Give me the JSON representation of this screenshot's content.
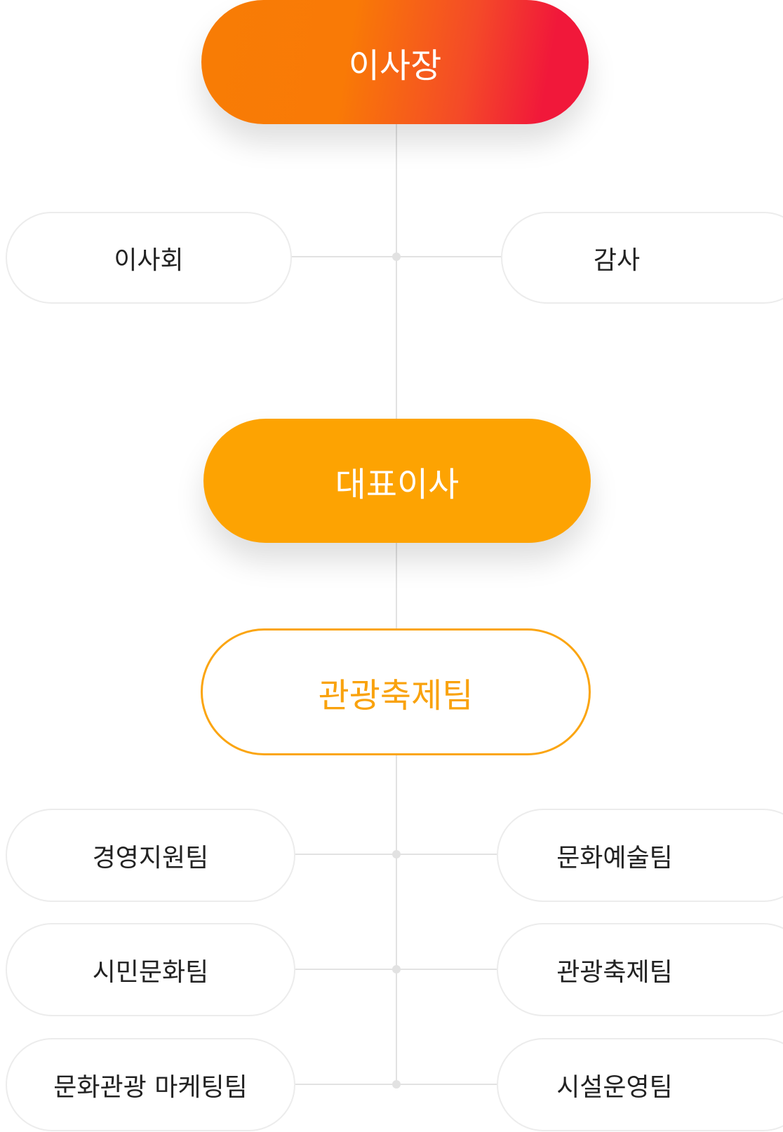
{
  "chart": {
    "chairman": "이사장",
    "board": "이사회",
    "audit": "감사",
    "ceo": "대표이사",
    "main_team": "관광축제팀",
    "teams_left": [
      "경영지원팀",
      "시민문화팀",
      "문화관광 마케팅팀"
    ],
    "teams_right": [
      "문화예술팀",
      "관광축제팀",
      "시설운영팀"
    ]
  },
  "colors": {
    "chairman_gradient_start": "#f87c05",
    "chairman_gradient_end": "#f1183a",
    "ceo_fill": "#fda302",
    "main_team_accent": "#f9a20d",
    "connector": "#e2e2e2",
    "side_border": "#ececec"
  }
}
